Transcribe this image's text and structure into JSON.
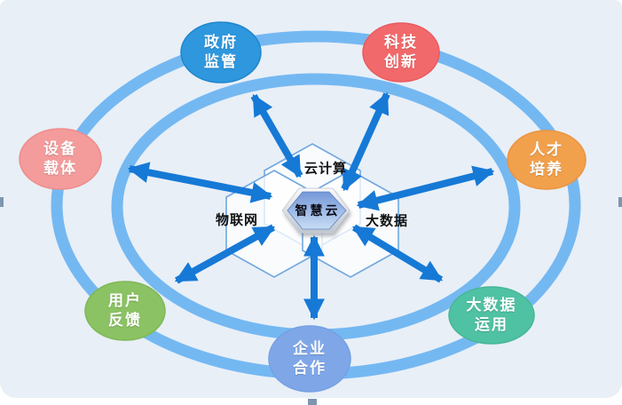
{
  "panel": {
    "background": "#E8EFF7"
  },
  "rings": {
    "color": "#74B8F2"
  },
  "arrows": {
    "color": "#1679D6"
  },
  "hex_cluster": {
    "outline_color": "#6FA7E0",
    "labels": [
      "云计算",
      "物联网",
      "大数据"
    ]
  },
  "center_hex": {
    "label": "智慧云",
    "fill_top": "#7498D8",
    "fill_bottom": "#C8DCF4",
    "bevel_light": "#FAFAFA",
    "bevel_dark": "#BFC6CE"
  },
  "satellites": [
    {
      "id": "government-regulation",
      "line1": "政府",
      "line2": "监管",
      "fill": "#2E97DE",
      "border": "#2186CB"
    },
    {
      "id": "tech-innovation",
      "line1": "科技",
      "line2": "创新",
      "fill": "#F2696B",
      "border": "#EA5A5E"
    },
    {
      "id": "device-carrier",
      "line1": "设备",
      "line2": "载体",
      "fill": "#F49B9B",
      "border": "#EF8C8C"
    },
    {
      "id": "talent-training",
      "line1": "人才",
      "line2": "培养",
      "fill": "#F1A04C",
      "border": "#EC9440"
    },
    {
      "id": "user-feedback",
      "line1": "用户",
      "line2": "反馈",
      "fill": "#8BC263",
      "border": "#7FB857"
    },
    {
      "id": "enterprise-cooperation",
      "line1": "企业",
      "line2": "合作",
      "fill": "#7FA7E8",
      "border": "#74A0E3"
    },
    {
      "id": "big-data-application",
      "line1": "大数据",
      "line2": "运用",
      "fill": "#4FC2A3",
      "border": "#46B795"
    }
  ],
  "handles": {
    "color": "#7E95AF"
  }
}
